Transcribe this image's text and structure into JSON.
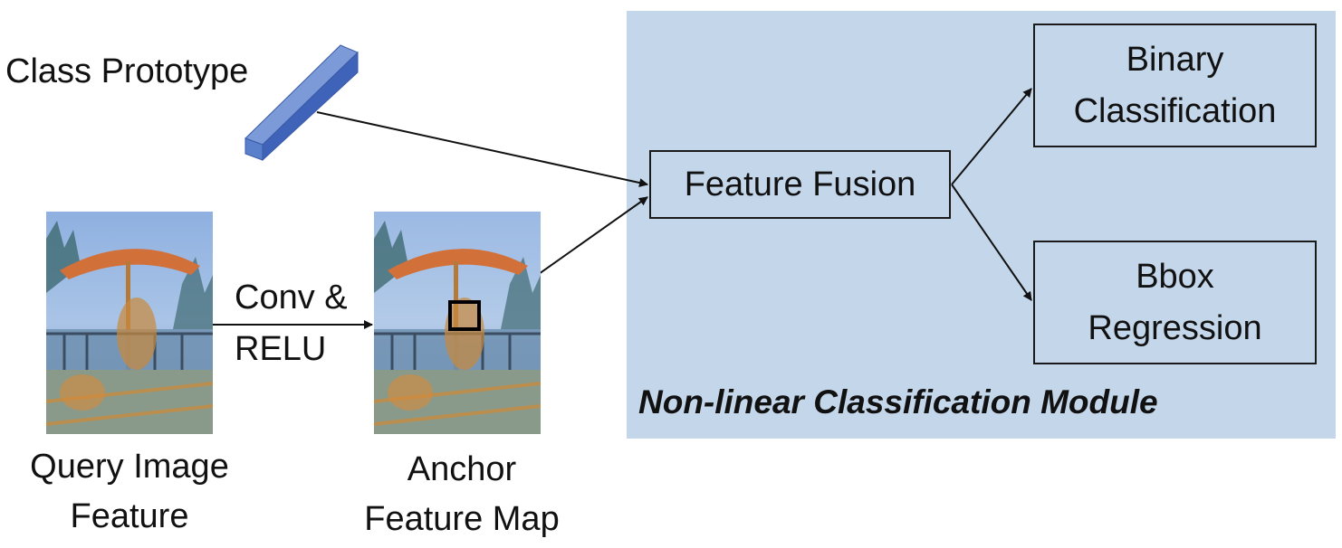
{
  "labels": {
    "class_prototype": "Class Prototype",
    "conv_relu_line1": "Conv &",
    "conv_relu_line2": "RELU",
    "query_line1": "Query Image",
    "query_line2": "Feature",
    "anchor_line1": "Anchor",
    "anchor_line2": "Feature Map"
  },
  "module": {
    "title": "Non-linear Classification Module",
    "feature_fusion": "Feature Fusion",
    "binary_line1": "Binary",
    "binary_line2": "Classification",
    "bbox_line1": "Bbox",
    "bbox_line2": "Regression"
  },
  "colors": {
    "panel": "#c4d6ea",
    "prototype_bar": "#4a72c4",
    "arrow": "#111111"
  }
}
